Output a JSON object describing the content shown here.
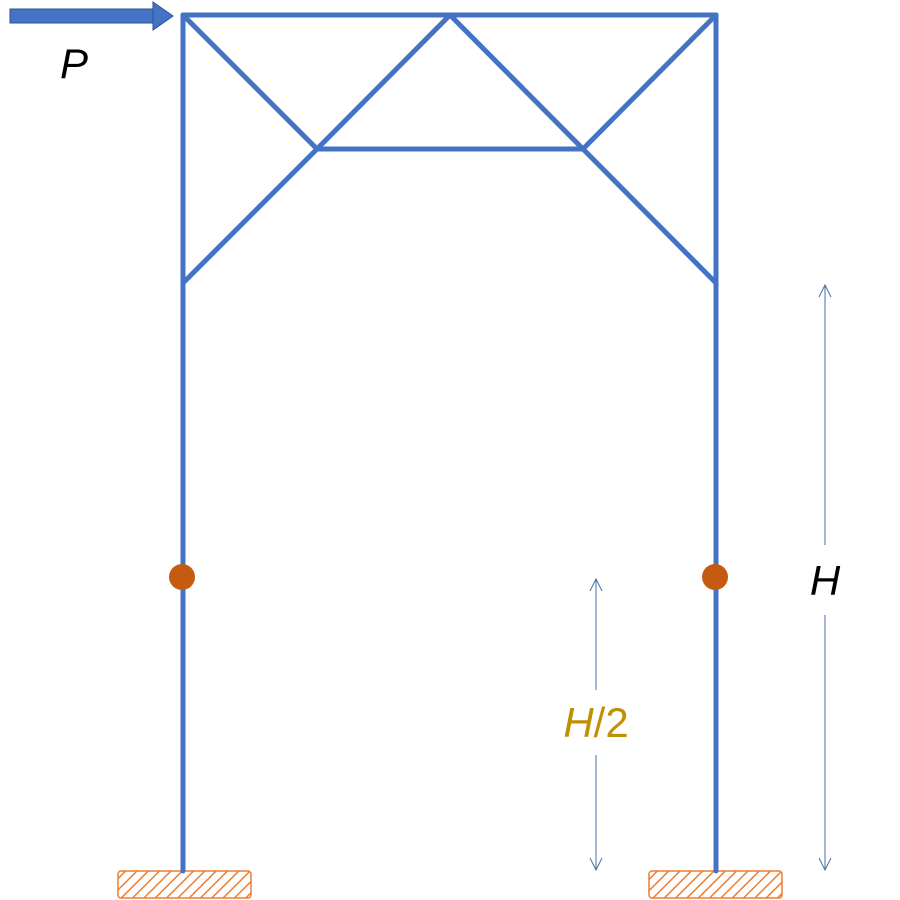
{
  "labels": {
    "load": "P",
    "height": "H",
    "half_height": "H/2"
  },
  "colors": {
    "member": "#4472c4",
    "hinge": "#c55a11",
    "support": "#ed7d31",
    "load_arrow": "#4472c4",
    "dimension": "#4a6fa5",
    "half_height_text": "#bf9000",
    "text": "#000000"
  }
}
